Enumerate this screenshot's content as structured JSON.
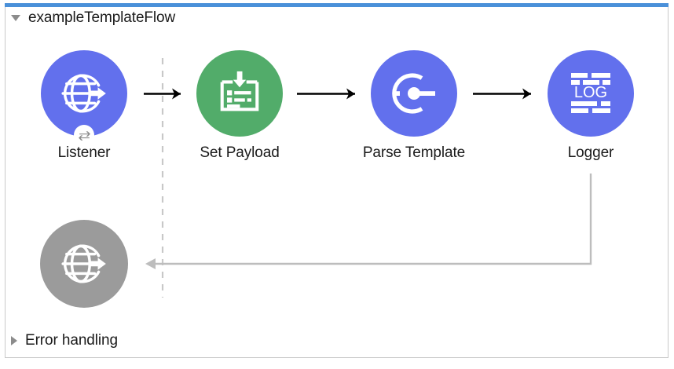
{
  "panel": {
    "accent_color": "#4a90d9",
    "border_color": "#c9c9c9",
    "background": "#ffffff"
  },
  "flow": {
    "title": "exampleTemplateFlow",
    "disclosure_state": "expanded",
    "disclosure_icon": "triangle-down-icon"
  },
  "error_handling": {
    "title": "Error handling",
    "disclosure_state": "collapsed",
    "disclosure_icon": "triangle-right-icon"
  },
  "nodes": [
    {
      "id": "listener",
      "label": "Listener",
      "icon": "globe-arrow-icon",
      "color": "#6270ed",
      "color_name": "purple",
      "badge_icon": "exchange-arrows-icon"
    },
    {
      "id": "set-payload",
      "label": "Set Payload",
      "icon": "set-payload-tray-arrow-icon",
      "color": "#52ac6a",
      "color_name": "green",
      "badge_icon": null
    },
    {
      "id": "parse-template",
      "label": "Parse Template",
      "icon": "parse-template-target-icon",
      "color": "#6270ed",
      "color_name": "purple",
      "badge_icon": null
    },
    {
      "id": "logger",
      "label": "Logger",
      "icon": "log-lines-icon",
      "color": "#6270ed",
      "color_name": "purple",
      "badge_icon": null,
      "icon_text": "LOG"
    },
    {
      "id": "error-listener",
      "label": "",
      "icon": "globe-arrow-icon",
      "color": "#9b9b9b",
      "color_name": "grey",
      "badge_icon": null
    }
  ],
  "connectors": {
    "source_divider": {
      "type": "dashed-vertical-line",
      "color": "#c8c8c8"
    },
    "flow_arrows": {
      "type": "arrow-right",
      "color": "#000000",
      "count": 3
    },
    "error_return_path": {
      "type": "elbow-arrow-left",
      "color": "#bdbdbd"
    }
  }
}
